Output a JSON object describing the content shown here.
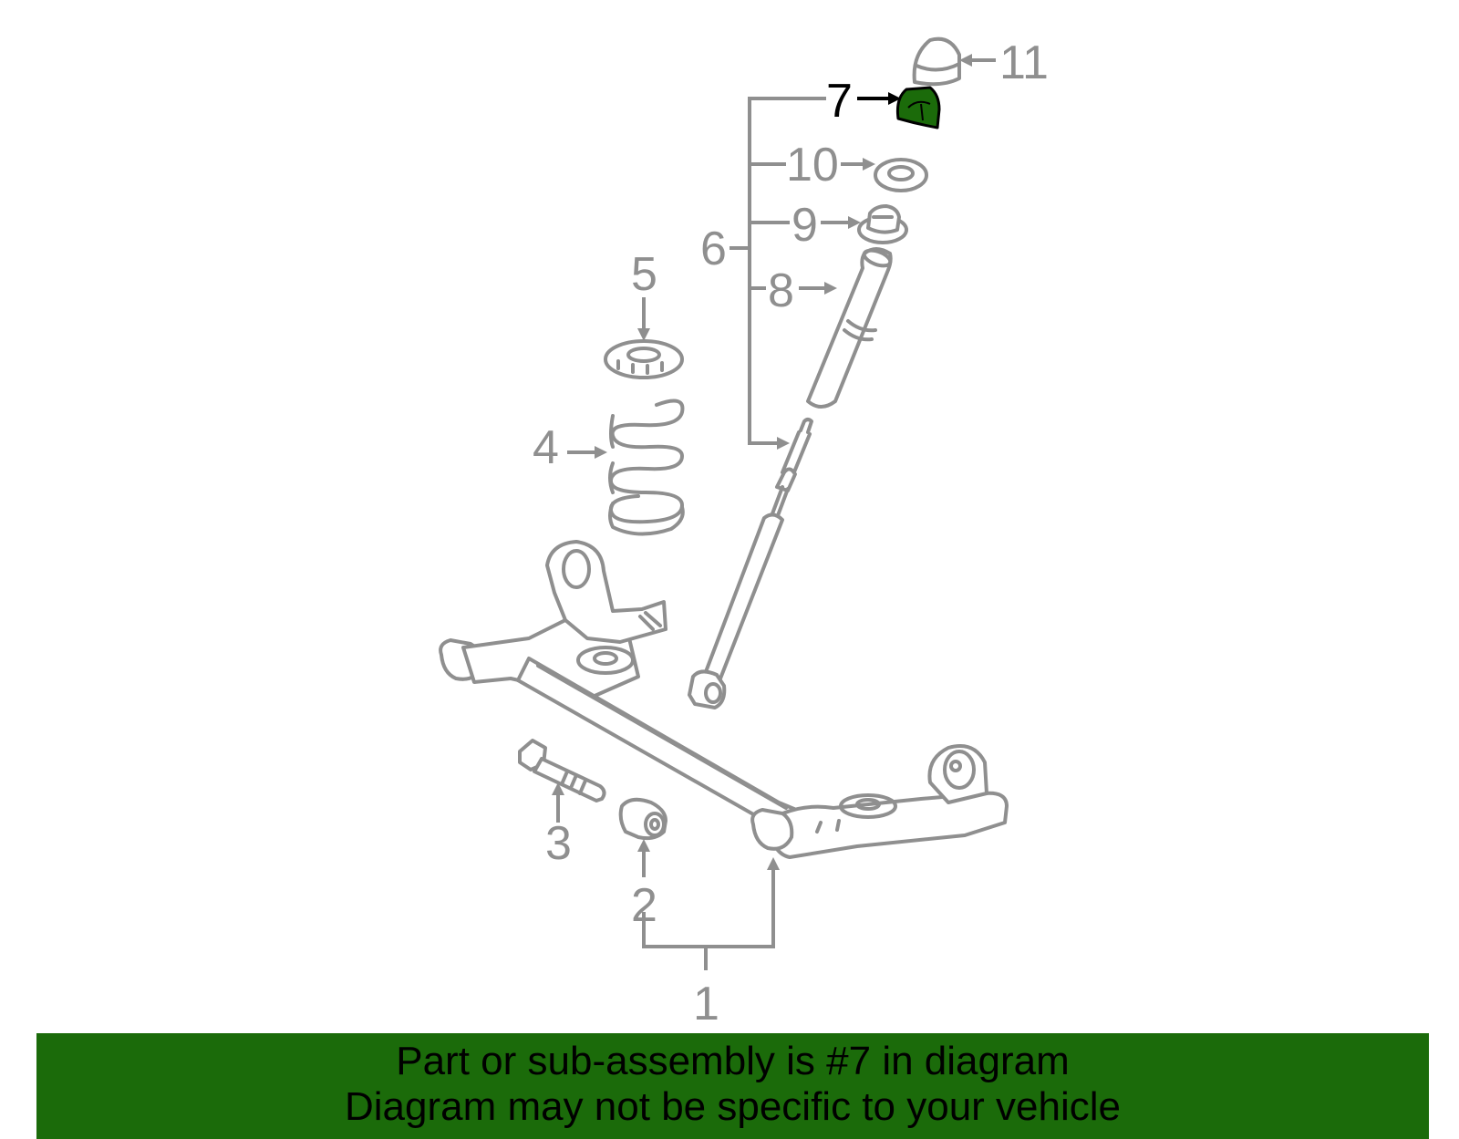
{
  "colors": {
    "part_stroke": "#8f8f8f",
    "highlight_fill": "#1b6b0a",
    "banner_background": "#1b6b0a",
    "highlight_label": "#000000"
  },
  "highlighted_part": "7",
  "callouts": {
    "c1": "1",
    "c2": "2",
    "c3": "3",
    "c4": "4",
    "c5": "5",
    "c6": "6",
    "c7": "7",
    "c8": "8",
    "c9": "9",
    "c10": "10",
    "c11": "11"
  },
  "banner": {
    "line1": "Part or sub-assembly is #7 in diagram",
    "line2": "Diagram may not be specific to your vehicle"
  }
}
